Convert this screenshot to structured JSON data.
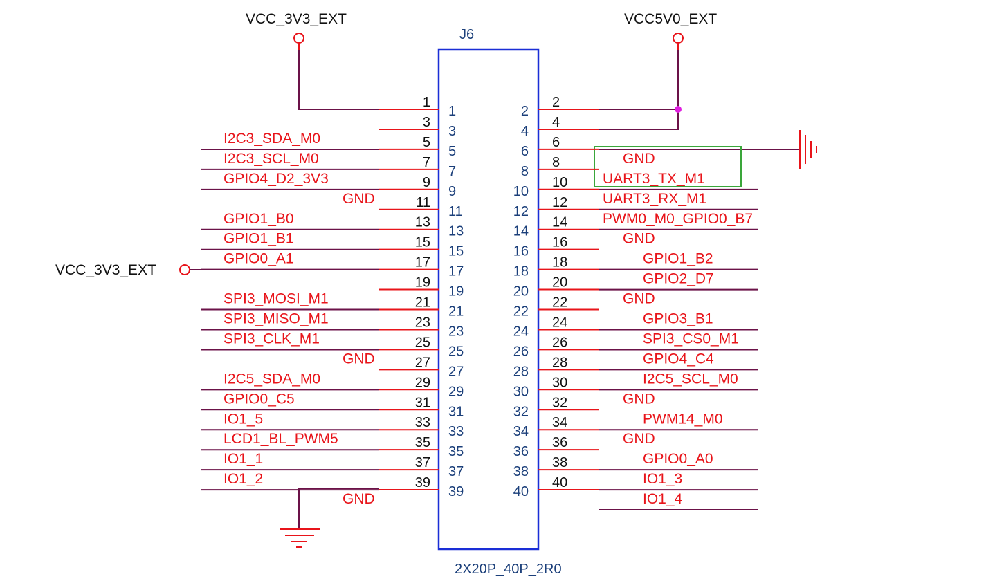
{
  "connector": {
    "ref": "J6",
    "footprint": "2X20P_40P_2R0",
    "left_body_numbers": [
      "1",
      "3",
      "5",
      "7",
      "9",
      "11",
      "13",
      "15",
      "17",
      "19",
      "21",
      "23",
      "25",
      "27",
      "29",
      "31",
      "33",
      "35",
      "37",
      "39"
    ],
    "right_body_numbers": [
      "2",
      "4",
      "6",
      "8",
      "10",
      "12",
      "14",
      "16",
      "18",
      "20",
      "22",
      "24",
      "26",
      "28",
      "30",
      "32",
      "34",
      "36",
      "38",
      "40"
    ]
  },
  "power": {
    "left_top": "VCC_3V3_EXT",
    "right_top": "VCC5V0_EXT",
    "left_mid": "VCC_3V3_EXT"
  },
  "left_pins": [
    {
      "pin": "1",
      "net": ""
    },
    {
      "pin": "3",
      "net": "I2C3_SDA_M0"
    },
    {
      "pin": "5",
      "net": "I2C3_SCL_M0"
    },
    {
      "pin": "7",
      "net": "GPIO4_D2_3V3"
    },
    {
      "pin": "9",
      "net": "GND"
    },
    {
      "pin": "11",
      "net": "GPIO1_B0"
    },
    {
      "pin": "13",
      "net": "GPIO1_B1"
    },
    {
      "pin": "15",
      "net": "GPIO0_A1"
    },
    {
      "pin": "17",
      "net": ""
    },
    {
      "pin": "19",
      "net": "SPI3_MOSI_M1"
    },
    {
      "pin": "21",
      "net": "SPI3_MISO_M1"
    },
    {
      "pin": "23",
      "net": "SPI3_CLK_M1"
    },
    {
      "pin": "25",
      "net": "GND"
    },
    {
      "pin": "27",
      "net": "I2C5_SDA_M0"
    },
    {
      "pin": "29",
      "net": "GPIO0_C5"
    },
    {
      "pin": "31",
      "net": "IO1_5"
    },
    {
      "pin": "33",
      "net": "LCD1_BL_PWM5"
    },
    {
      "pin": "35",
      "net": "IO1_1"
    },
    {
      "pin": "37",
      "net": "IO1_2"
    },
    {
      "pin": "39",
      "net": "GND"
    }
  ],
  "right_pins": [
    {
      "pin": "2",
      "net": ""
    },
    {
      "pin": "4",
      "net": ""
    },
    {
      "pin": "6",
      "net": "GND"
    },
    {
      "pin": "8",
      "net": "UART3_TX_M1"
    },
    {
      "pin": "10",
      "net": "UART3_RX_M1"
    },
    {
      "pin": "12",
      "net": "PWM0_M0_GPIO0_B7"
    },
    {
      "pin": "14",
      "net": "GND"
    },
    {
      "pin": "16",
      "net": "GPIO1_B2"
    },
    {
      "pin": "18",
      "net": "GPIO2_D7"
    },
    {
      "pin": "20",
      "net": "GND"
    },
    {
      "pin": "22",
      "net": "GPIO3_B1"
    },
    {
      "pin": "24",
      "net": "SPI3_CS0_M1"
    },
    {
      "pin": "26",
      "net": "GPIO4_C4"
    },
    {
      "pin": "28",
      "net": "I2C5_SCL_M0"
    },
    {
      "pin": "30",
      "net": "GND"
    },
    {
      "pin": "32",
      "net": "PWM14_M0"
    },
    {
      "pin": "34",
      "net": "GND"
    },
    {
      "pin": "36",
      "net": "GPIO0_A0"
    },
    {
      "pin": "38",
      "net": "IO1_3"
    },
    {
      "pin": "40",
      "net": "IO1_4"
    }
  ],
  "colors": {
    "net": "#e8141a",
    "wire": "#6b1248",
    "body": "#1a2ed6",
    "highlight": "#3aa63a",
    "junction": "#e020e0"
  }
}
